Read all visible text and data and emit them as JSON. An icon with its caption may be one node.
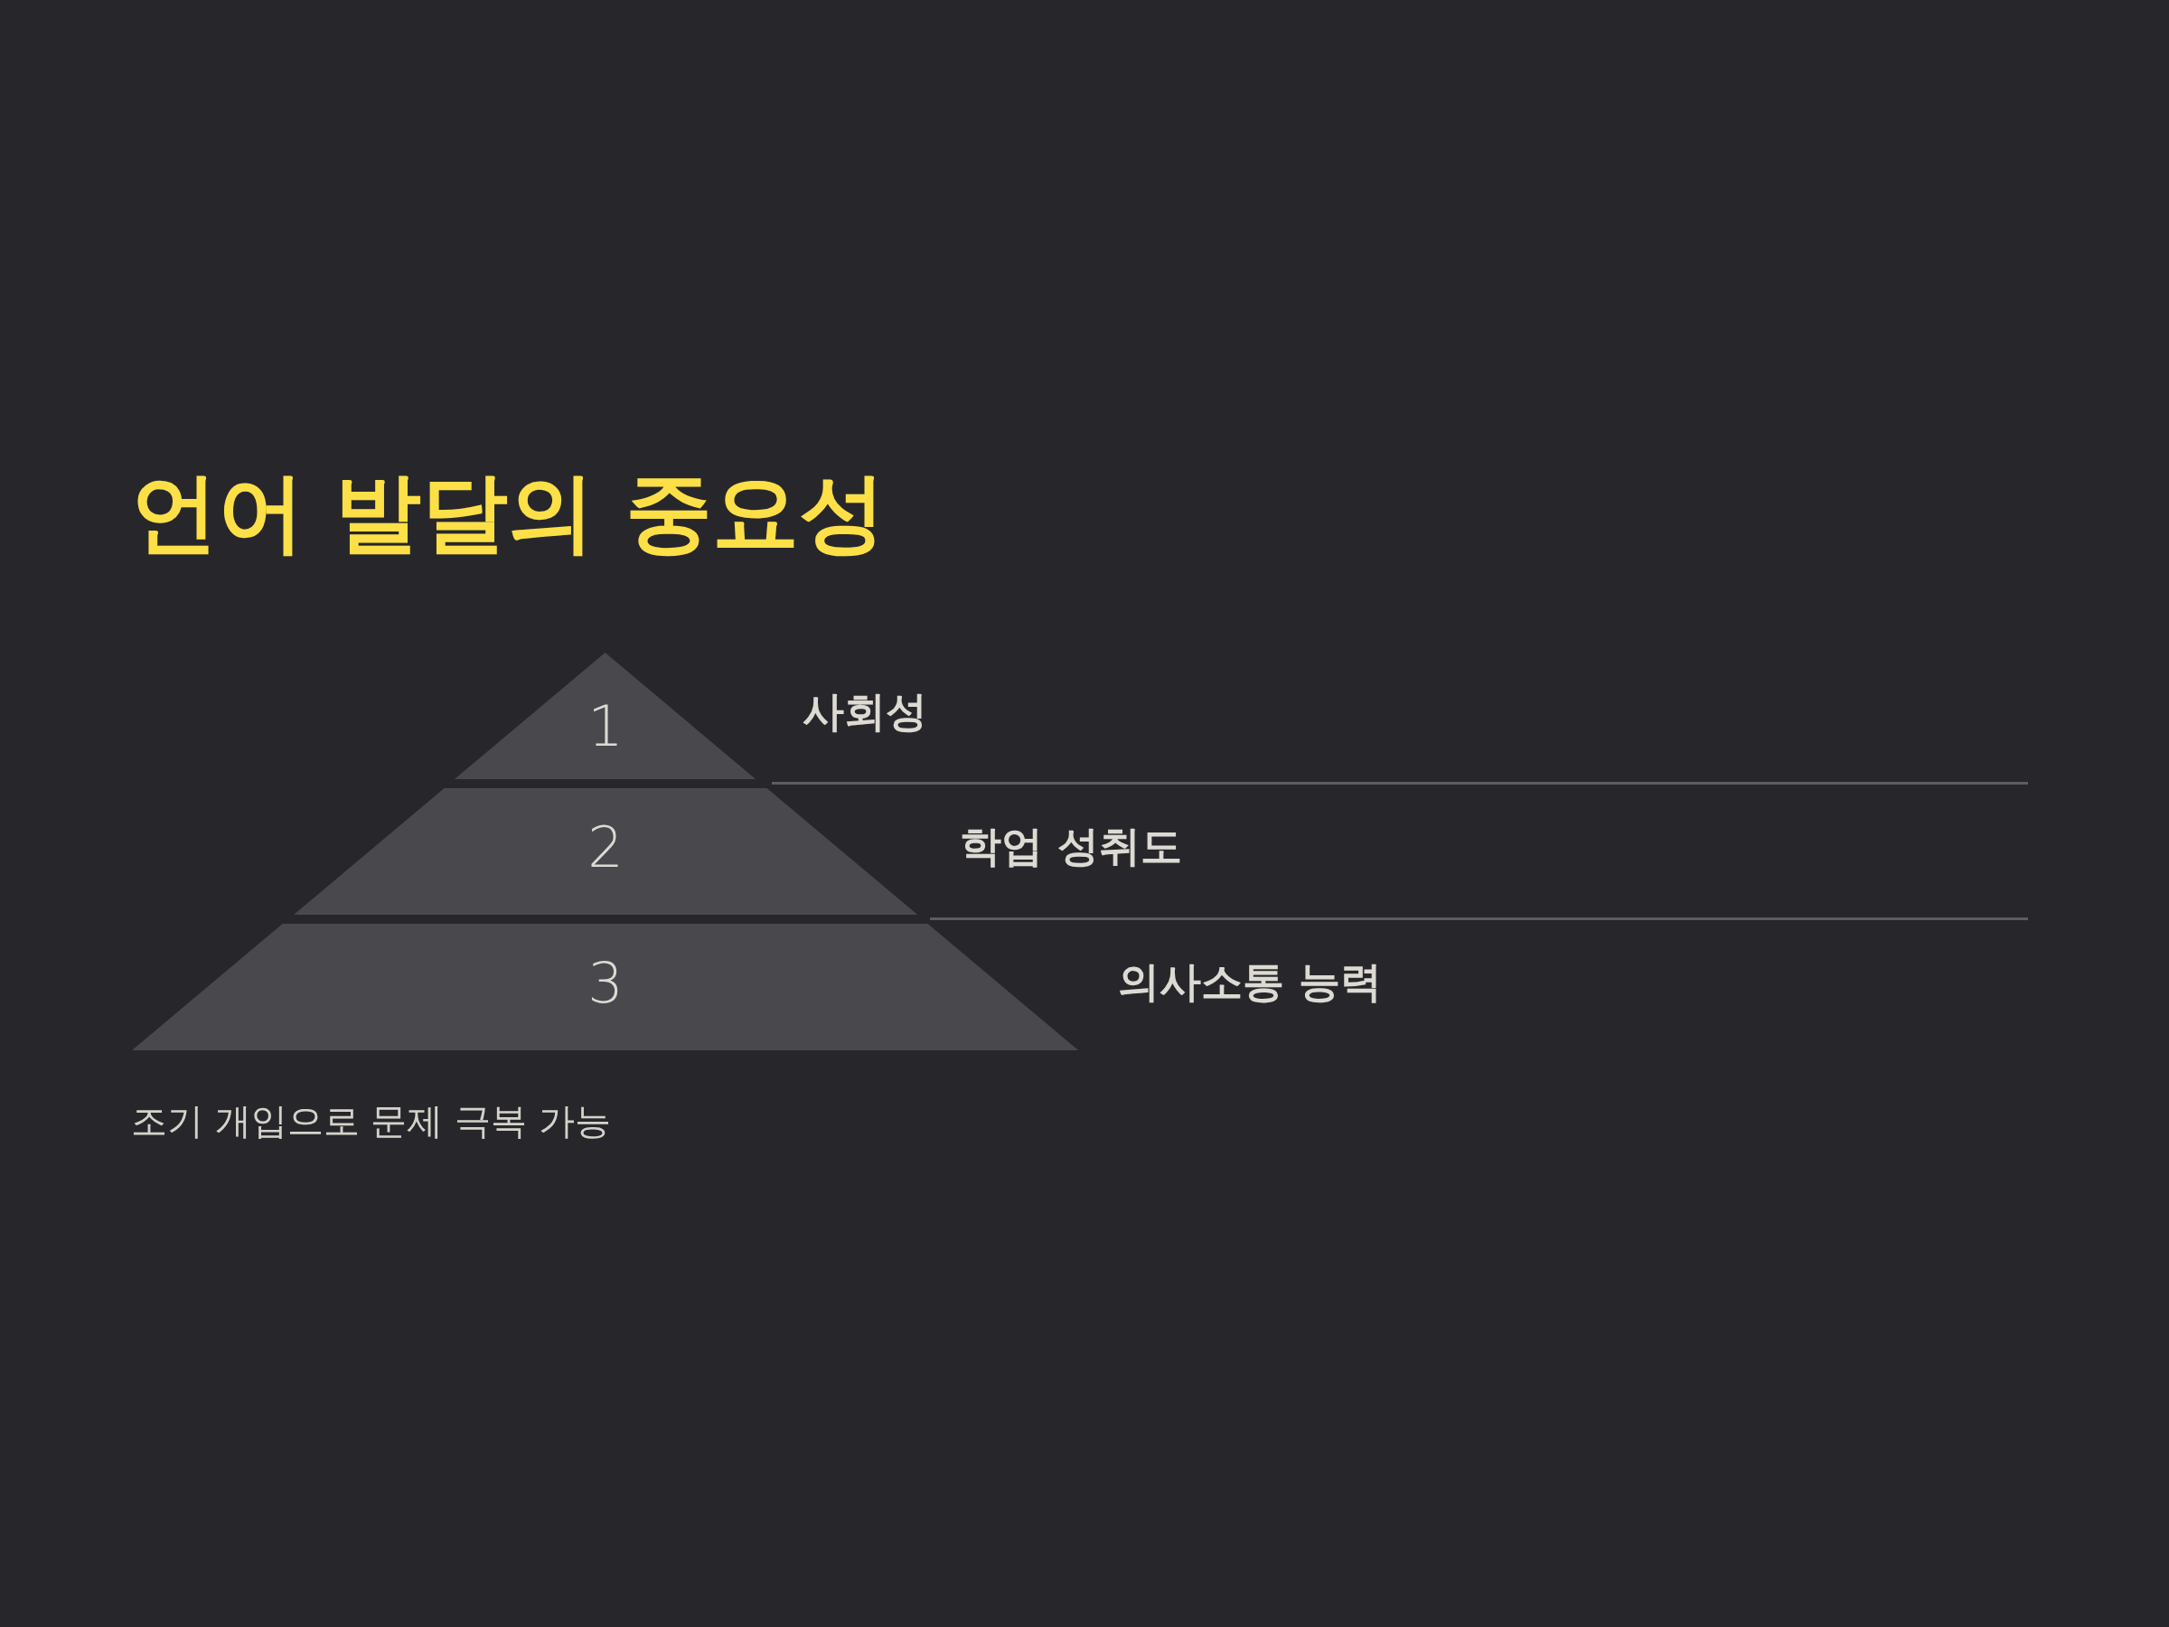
{
  "diagram": {
    "title": "언어 발달의 중요성",
    "nodes": [
      {
        "text": [
          "1"
        ],
        "beside": [
          "사회성"
        ]
      },
      {
        "text": [
          "2"
        ],
        "beside": [
          "학업 성취도"
        ]
      },
      {
        "text": [
          "3"
        ],
        "beside": [
          "의사소통 능력"
        ]
      }
    ],
    "caption": "조기 개입으로 문제 극복 가능"
  }
}
